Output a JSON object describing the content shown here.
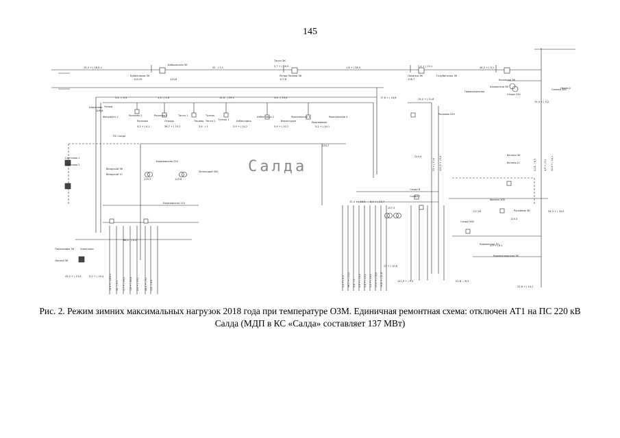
{
  "page_number": "145",
  "caption": "Рис. 2. Режим зимних максимальных нагрузок 2018 года при температуре ОЗМ. Единичная ремонтная схема: отключен АТ1 на ПС 220 кВ Салда (МДП в КС «Салда» составляет 137 МВт)",
  "diagram": {
    "watermark": "Салда",
    "substations": [
      "Бубенников ЗК",
      "Бобыльская ЗК",
      "Тагил ЗК",
      "Ясная Поляна ЗК",
      "Лосинки ЗК",
      "Голубинская ЗК",
      "Качканар ЗК",
      "Привокзальная",
      "Салда 220",
      "Сенная 300",
      "Ченцы",
      "Шираково",
      "Фогрфатн 2",
      "Рычкова",
      "Отрадь",
      "Тешево",
      "Тутонь",
      "Азбестовка",
      "Верхотурье",
      "Ярославкое",
      "Рычкова 1",
      "Рычкова 2",
      "Тагил 1",
      "Тагил 2",
      "Тутонь 1",
      "Азбестовка 2",
      "Ярославское 1",
      "Ярославское 2",
      "Сантлара 1",
      "Сантлара 2",
      "Вендскай ЗК",
      "Вендскай 1С",
      "Березовская 220",
      "Зеленодой 300",
      "Березовская 110",
      "ПС Салда",
      "Салда 6",
      "Салда 7",
      "Салда 208",
      "Кировоград ПС",
      "Поселковая ЗК",
      "Лесная ЗК",
      "Энерговоз",
      "Кировоградская ЗК",
      "Фрезан 300",
      "Ручейник ЗК",
      "Вечная ЗК",
      "Вечная 1С",
      "Рычкова 220",
      "Ханжагачи ЗК",
      "Нерея 2"
    ],
    "flows": [
      "15,3 + j 18,6 v",
      "32 - j 3,1",
      "5,7 + j 16,5",
      "1,8 + j 36,4",
      "2,4 + j 13,1",
      "44,2 + j 3,1",
      "5,4 - j 4,3",
      "1,3 - j 2,6",
      "12,4 - j 29,1",
      "3,6 - j 13,4",
      "5,2 + j 4,1",
      "38,7 + j 10,2",
      "3,4 - j 1",
      "2,9 + j 14,2",
      "5,4 + j 10,1",
      "5,2 + j 14,1",
      "17,6 + j 16,6",
      "19,4 + j 11,8",
      "12,4 + j 16,9",
      "6,2 + j 14,7",
      "23 + j 10,6",
      "121,9 + j 9,4",
      "21,8 - j 6,3",
      "4,9 + j 6,1",
      "22,6 + j 14,1",
      "54,3 + j 34,5",
      "86,1 - j 4,1",
      "43,2 + j 13,9",
      "5,2 + j 19,4",
      "15,4 + j 4,2"
    ],
    "voltages": [
      "110,25",
      "110,6",
      "117,8",
      "116,7",
      "108,8",
      "119,5",
      "113,6",
      "107,3",
      "220,7",
      "224,4",
      "117,04",
      "115,0"
    ]
  }
}
